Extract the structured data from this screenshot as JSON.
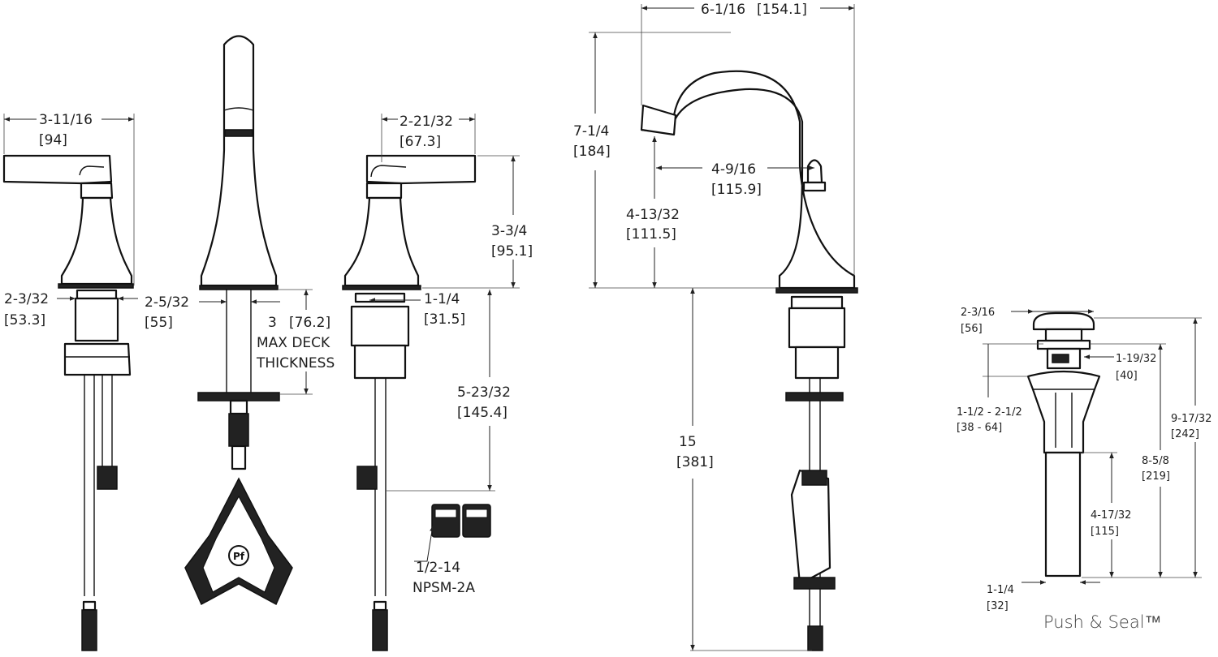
{
  "dimensions": {
    "handle_width": {
      "imperial": "3-11/16",
      "metric": "[94]"
    },
    "handle_base": {
      "imperial": "2-3/32",
      "metric": "[53.3]"
    },
    "spout_base": {
      "imperial": "2-5/32",
      "metric": "[55]"
    },
    "deck_depth": {
      "imperial": "3",
      "metric": "[76.2]"
    },
    "deck_label_1": "MAX DECK",
    "deck_label_2": "THICKNESS",
    "handle_side_width": {
      "imperial": "2-21/32",
      "metric": "[67.3]"
    },
    "handle_height": {
      "imperial": "3-3/4",
      "metric": "[95.1]"
    },
    "shank_dia": {
      "imperial": "1-1/4",
      "metric": "[31.5]"
    },
    "shank_length": {
      "imperial": "5-23/32",
      "metric": "[145.4]"
    },
    "connector_1": "1/2-14",
    "connector_2": "NPSM-2A",
    "spout_reach": {
      "imperial": "6-1/16",
      "metric": "[154.1]"
    },
    "spout_height": {
      "imperial": "7-1/4",
      "metric": "[184]"
    },
    "outlet_height": {
      "imperial": "4-13/32",
      "metric": "[111.5]"
    },
    "outlet_reach": {
      "imperial": "4-9/16",
      "metric": "[115.9]"
    },
    "spout_tube": {
      "imperial": "15",
      "metric": "[381]"
    },
    "drain_cap": {
      "imperial": "2-3/16",
      "metric": "[56]"
    },
    "drain_range": {
      "imperial": "1-1/2  -  2-1/2",
      "metric": "[38  -  64]"
    },
    "drain_overflow": {
      "imperial": "1-19/32",
      "metric": "[40]"
    },
    "drain_total": {
      "imperial": "9-17/32",
      "metric": "[242]"
    },
    "drain_body": {
      "imperial": "8-5/8",
      "metric": "[219]"
    },
    "drain_tail": {
      "imperial": "4-17/32",
      "metric": "[115]"
    },
    "drain_tail_dia": {
      "imperial": "1-1/4",
      "metric": "[32]"
    }
  },
  "caption": "Push & Seal™",
  "logo_text": "Pf"
}
